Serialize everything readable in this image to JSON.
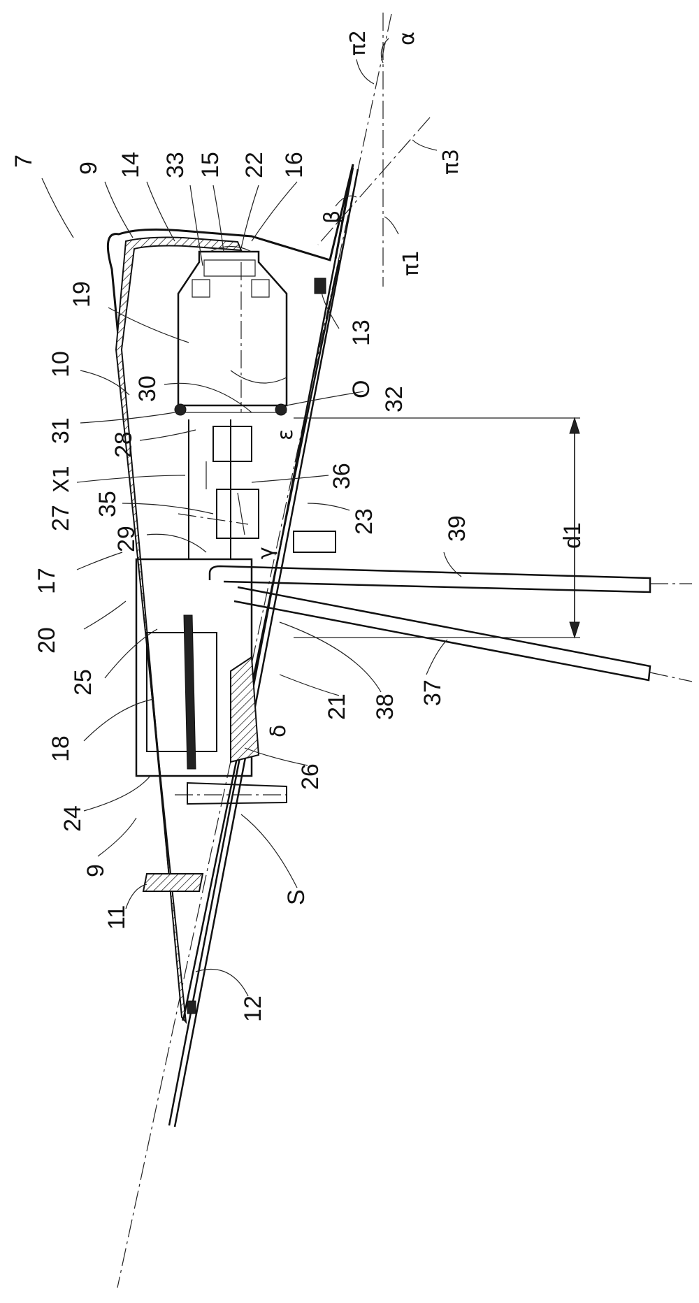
{
  "figure": {
    "labels": {
      "ref_7": "7",
      "ref_9_top": "9",
      "ref_14": "14",
      "ref_33": "33",
      "ref_15": "15",
      "ref_22": "22",
      "ref_16": "16",
      "ref_19": "19",
      "ref_10": "10",
      "ref_30": "30",
      "ref_31": "31",
      "ref_28": "28",
      "ref_X1": "X1",
      "ref_27": "27",
      "ref_35": "35",
      "ref_29": "29",
      "ref_17": "17",
      "ref_20": "20",
      "ref_25": "25",
      "ref_18": "18",
      "ref_24": "24",
      "ref_9_bottom": "9",
      "ref_11": "11",
      "ref_12": "12",
      "ref_S": "S",
      "ref_26": "26",
      "ref_21": "21",
      "ref_38": "38",
      "ref_37": "37",
      "ref_39": "39",
      "ref_d1": "d1",
      "ref_23": "23",
      "ref_36": "36",
      "ref_32": "32",
      "ref_O": "O",
      "ref_13": "13",
      "ref_pi1": "π1",
      "ref_pi2": "π2",
      "ref_pi3": "π3",
      "ref_alpha": "α",
      "ref_beta": "β",
      "ref_gamma": "γ",
      "ref_delta": "δ",
      "ref_epsilon": "ε"
    }
  }
}
